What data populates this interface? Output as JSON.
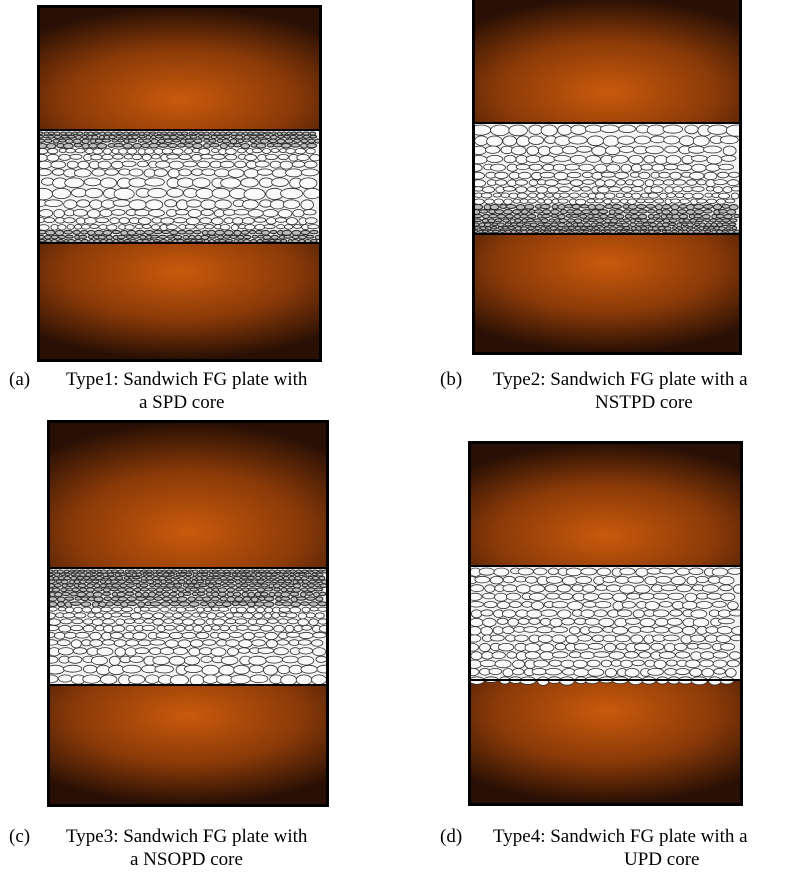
{
  "colors": {
    "face_center": "#c8590c",
    "face_edge": "#2a1004",
    "core_fill": "#f4f4f4",
    "cell_stroke": "#2e2e2e",
    "border": "#000000"
  },
  "panels": [
    {
      "label": "(a)",
      "caption_line1": "Type1: Sandwich FG plate with",
      "caption_line2": "a SPD core",
      "core_distribution": "symmetric - dense at both faces, sparse at center"
    },
    {
      "label": "(b)",
      "caption_line1": "Type2: Sandwich FG plate with a",
      "caption_line2": "NSTPD core",
      "core_distribution": "non-symmetric - dense toward bottom face"
    },
    {
      "label": "(c)",
      "caption_line1": "Type3: Sandwich FG plate with",
      "caption_line2": "a NSOPD core",
      "core_distribution": "non-symmetric - dense toward top face"
    },
    {
      "label": "(d)",
      "caption_line1": "Type4: Sandwich FG plate with a",
      "caption_line2": "UPD core",
      "core_distribution": "uniform"
    }
  ]
}
